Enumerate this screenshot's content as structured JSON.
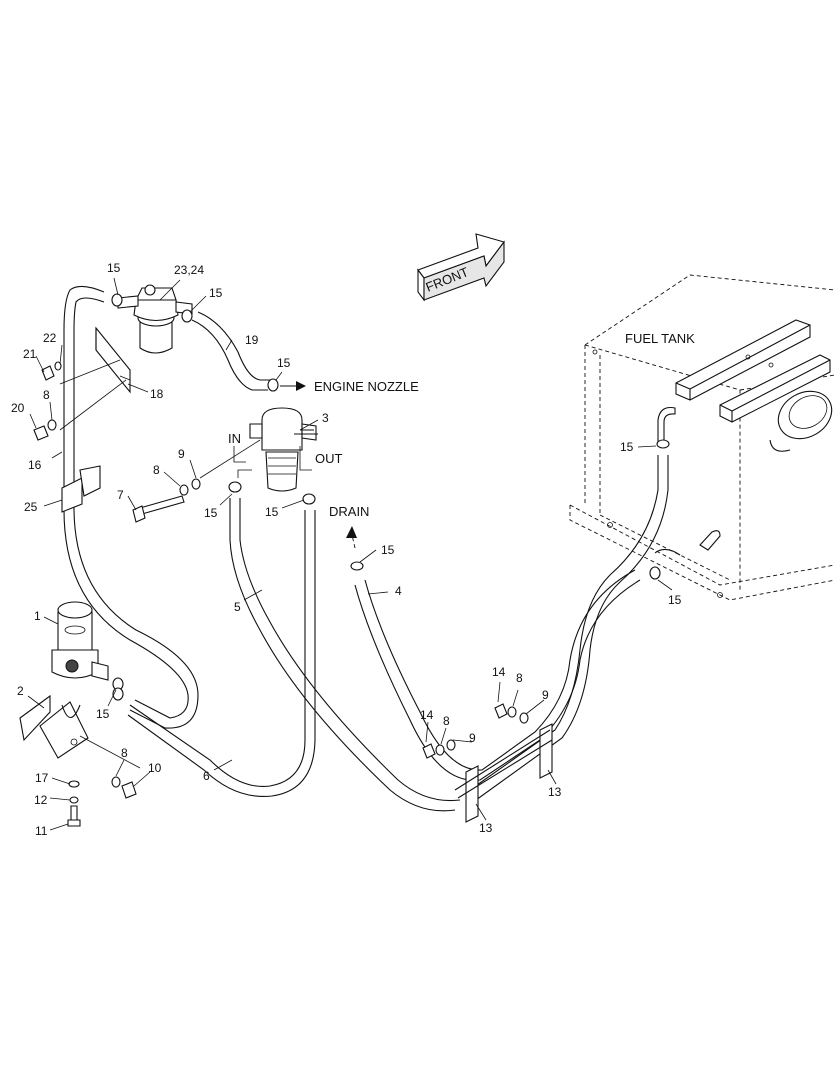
{
  "captions": {
    "front": "FRONT",
    "fuel_tank": "FUEL TANK",
    "engine_nozzle": "ENGINE NOZZLE",
    "in": "IN",
    "out": "OUT",
    "drain": "DRAIN"
  },
  "callouts": [
    {
      "id": "c-15-a",
      "text": "15"
    },
    {
      "id": "c-2324",
      "text": "23,24"
    },
    {
      "id": "c-15-b",
      "text": "15"
    },
    {
      "id": "c-19",
      "text": "19"
    },
    {
      "id": "c-15-c",
      "text": "15"
    },
    {
      "id": "c-22",
      "text": "22"
    },
    {
      "id": "c-21",
      "text": "21"
    },
    {
      "id": "c-18",
      "text": "18"
    },
    {
      "id": "c-8-a",
      "text": "8"
    },
    {
      "id": "c-20",
      "text": "20"
    },
    {
      "id": "c-3",
      "text": "3"
    },
    {
      "id": "c-16",
      "text": "16"
    },
    {
      "id": "c-9-a",
      "text": "9"
    },
    {
      "id": "c-8-b",
      "text": "8"
    },
    {
      "id": "c-7",
      "text": "7"
    },
    {
      "id": "c-25",
      "text": "25"
    },
    {
      "id": "c-15-d",
      "text": "15"
    },
    {
      "id": "c-15-e",
      "text": "15"
    },
    {
      "id": "c-15-f",
      "text": "15"
    },
    {
      "id": "c-15-g",
      "text": "15"
    },
    {
      "id": "c-15-h",
      "text": "15"
    },
    {
      "id": "c-4",
      "text": "4"
    },
    {
      "id": "c-5",
      "text": "5"
    },
    {
      "id": "c-1",
      "text": "1"
    },
    {
      "id": "c-2",
      "text": "2"
    },
    {
      "id": "c-15-i",
      "text": "15"
    },
    {
      "id": "c-14-a",
      "text": "14"
    },
    {
      "id": "c-8-c",
      "text": "8"
    },
    {
      "id": "c-9-b",
      "text": "9"
    },
    {
      "id": "c-14-b",
      "text": "14"
    },
    {
      "id": "c-8-d",
      "text": "8"
    },
    {
      "id": "c-9-c",
      "text": "9"
    },
    {
      "id": "c-8-e",
      "text": "8"
    },
    {
      "id": "c-10",
      "text": "10"
    },
    {
      "id": "c-17",
      "text": "17"
    },
    {
      "id": "c-12",
      "text": "12"
    },
    {
      "id": "c-6",
      "text": "6"
    },
    {
      "id": "c-13-a",
      "text": "13"
    },
    {
      "id": "c-13-b",
      "text": "13"
    },
    {
      "id": "c-11",
      "text": "11"
    }
  ]
}
